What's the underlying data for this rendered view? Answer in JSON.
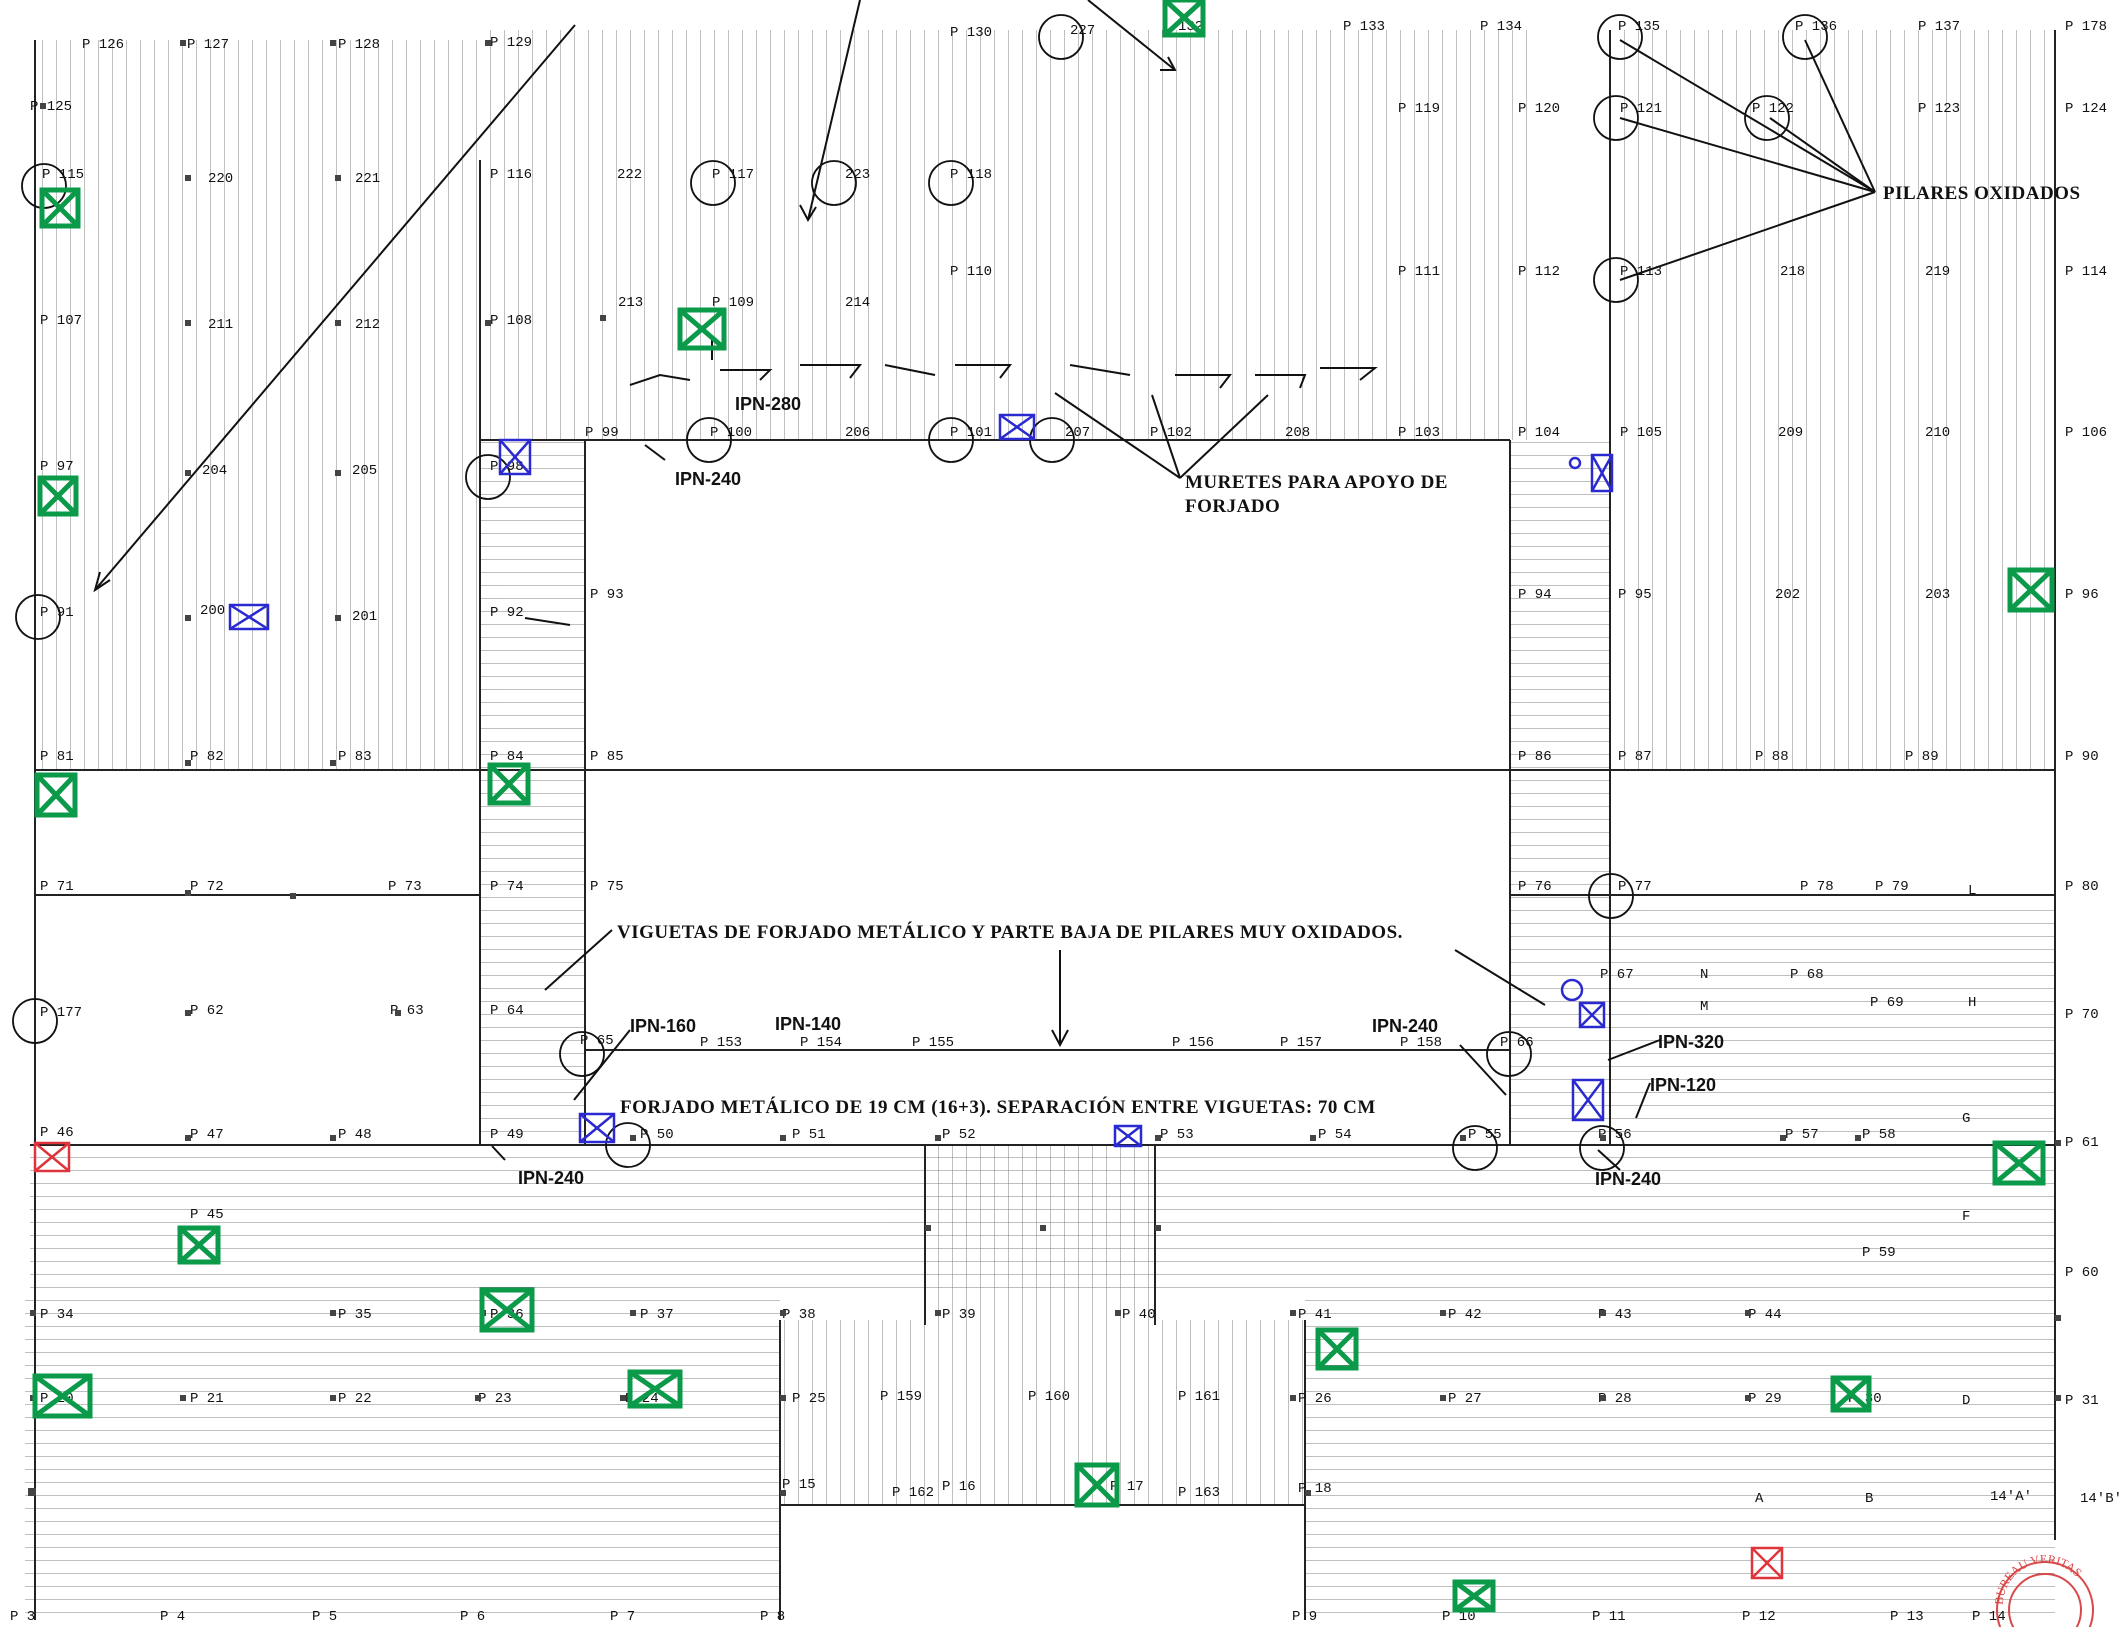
{
  "notes": {
    "oxidized_pillars": "PILARES OXIDADOS",
    "murets_line1": "MURETES PARA APOYO DE",
    "murets_line2": "FORJADO",
    "joists": "VIGUETAS DE FORJADO METÁLICO Y PARTE BAJA DE PILARES MUY OXIDADOS.",
    "slab": "FORJADO METÁLICO DE 19 CM (16+3). SEPARACIÓN ENTRE VIGUETAS: 70 CM"
  },
  "beams": {
    "ipn280": "IPN-280",
    "ipn240_a": "IPN-240",
    "ipn160": "IPN-160",
    "ipn140": "IPN-140",
    "ipn240_b": "IPN-240",
    "ipn240_c": "IPN-240",
    "ipn320": "IPN-320",
    "ipn120": "IPN-120",
    "ipn240_d": "IPN-240"
  },
  "pillars": [
    {
      "label": "P 126"
    },
    {
      "label": "P 127"
    },
    {
      "label": "P 128"
    },
    {
      "label": "P 129"
    },
    {
      "label": "P 130"
    },
    {
      "label": "227"
    },
    {
      "label": "132"
    },
    {
      "label": "P 133"
    },
    {
      "label": "P 134"
    },
    {
      "label": "P 135"
    },
    {
      "label": "P 136"
    },
    {
      "label": "P 137"
    },
    {
      "label": "P 178"
    },
    {
      "label": "P 125"
    },
    {
      "label": "P 119"
    },
    {
      "label": "P 120"
    },
    {
      "label": "P 121"
    },
    {
      "label": "P 122"
    },
    {
      "label": "P 123"
    },
    {
      "label": "P 124"
    },
    {
      "label": "P 115"
    },
    {
      "label": "220"
    },
    {
      "label": "221"
    },
    {
      "label": "P 116"
    },
    {
      "label": "222"
    },
    {
      "label": "P 117"
    },
    {
      "label": "223"
    },
    {
      "label": "P 118"
    },
    {
      "label": "P 107"
    },
    {
      "label": "211"
    },
    {
      "label": "212"
    },
    {
      "label": "P 108"
    },
    {
      "label": "213"
    },
    {
      "label": "P 109"
    },
    {
      "label": "214"
    },
    {
      "label": "P 110"
    },
    {
      "label": "P 111"
    },
    {
      "label": "P 112"
    },
    {
      "label": "P 113"
    },
    {
      "label": "218"
    },
    {
      "label": "219"
    },
    {
      "label": "P 114"
    },
    {
      "label": "P 99"
    },
    {
      "label": "P 100"
    },
    {
      "label": "206"
    },
    {
      "label": "P 101"
    },
    {
      "label": "207"
    },
    {
      "label": "P 102"
    },
    {
      "label": "208"
    },
    {
      "label": "P 103"
    },
    {
      "label": "P 104"
    },
    {
      "label": "P 105"
    },
    {
      "label": "209"
    },
    {
      "label": "210"
    },
    {
      "label": "P 106"
    },
    {
      "label": "P 97"
    },
    {
      "label": "204"
    },
    {
      "label": "205"
    },
    {
      "label": "P 98"
    },
    {
      "label": "P 91"
    },
    {
      "label": "200"
    },
    {
      "label": "201"
    },
    {
      "label": "P 92"
    },
    {
      "label": "P 93"
    },
    {
      "label": "P 94"
    },
    {
      "label": "P 95"
    },
    {
      "label": "202"
    },
    {
      "label": "203"
    },
    {
      "label": "P 96"
    },
    {
      "label": "P 81"
    },
    {
      "label": "P 82"
    },
    {
      "label": "P 83"
    },
    {
      "label": "P 84"
    },
    {
      "label": "P 85"
    },
    {
      "label": "P 86"
    },
    {
      "label": "P 87"
    },
    {
      "label": "P 88"
    },
    {
      "label": "P 89"
    },
    {
      "label": "P 90"
    },
    {
      "label": "P 71"
    },
    {
      "label": "P 72"
    },
    {
      "label": "P 73"
    },
    {
      "label": "P 74"
    },
    {
      "label": "P 75"
    },
    {
      "label": "P 76"
    },
    {
      "label": "P 77"
    },
    {
      "label": "P 78"
    },
    {
      "label": "P 79"
    },
    {
      "label": "P 80"
    },
    {
      "label": "P 177"
    },
    {
      "label": "P 62"
    },
    {
      "label": "P 63"
    },
    {
      "label": "P 64"
    },
    {
      "label": "P 67"
    },
    {
      "label": "P 68"
    },
    {
      "label": "P 69"
    },
    {
      "label": "P 70"
    },
    {
      "label": "P 65"
    },
    {
      "label": "P 153"
    },
    {
      "label": "P 154"
    },
    {
      "label": "P 155"
    },
    {
      "label": "P 156"
    },
    {
      "label": "P 157"
    },
    {
      "label": "P 158"
    },
    {
      "label": "P 66"
    },
    {
      "label": "P 46"
    },
    {
      "label": "P 47"
    },
    {
      "label": "P 48"
    },
    {
      "label": "P 49"
    },
    {
      "label": "P 50"
    },
    {
      "label": "P 51"
    },
    {
      "label": "P 52"
    },
    {
      "label": "P 53"
    },
    {
      "label": "P 54"
    },
    {
      "label": "P 55"
    },
    {
      "label": "P 56"
    },
    {
      "label": "P 57"
    },
    {
      "label": "P 58"
    },
    {
      "label": "P 61"
    },
    {
      "label": "P 45"
    },
    {
      "label": "P 59"
    },
    {
      "label": "P 60"
    },
    {
      "label": "P 34"
    },
    {
      "label": "P 35"
    },
    {
      "label": "P 36"
    },
    {
      "label": "P 37"
    },
    {
      "label": "P 38"
    },
    {
      "label": "P 39"
    },
    {
      "label": "P 40"
    },
    {
      "label": "P 41"
    },
    {
      "label": "P 42"
    },
    {
      "label": "P 43"
    },
    {
      "label": "P 44"
    },
    {
      "label": "P 20"
    },
    {
      "label": "P 21"
    },
    {
      "label": "P 22"
    },
    {
      "label": "P 23"
    },
    {
      "label": "P 24"
    },
    {
      "label": "P 25"
    },
    {
      "label": "P 159"
    },
    {
      "label": "P 160"
    },
    {
      "label": "P 161"
    },
    {
      "label": "P 26"
    },
    {
      "label": "P 27"
    },
    {
      "label": "P 28"
    },
    {
      "label": "P 29"
    },
    {
      "label": "P 30"
    },
    {
      "label": "P 31"
    },
    {
      "label": "P 15"
    },
    {
      "label": "P 162"
    },
    {
      "label": "P 16"
    },
    {
      "label": "P 17"
    },
    {
      "label": "P 163"
    },
    {
      "label": "P 18"
    },
    {
      "label": "14'A'"
    },
    {
      "label": "14'B'"
    },
    {
      "label": "P 3"
    },
    {
      "label": "P 4"
    },
    {
      "label": "P 5"
    },
    {
      "label": "P 6"
    },
    {
      "label": "P 7"
    },
    {
      "label": "P 8"
    },
    {
      "label": "P 9"
    },
    {
      "label": "P 10"
    },
    {
      "label": "P 11"
    },
    {
      "label": "P 12"
    },
    {
      "label": "P 13"
    },
    {
      "label": "P 14"
    },
    {
      "label": "A"
    },
    {
      "label": "B"
    },
    {
      "label": "D"
    },
    {
      "label": "F"
    },
    {
      "label": "G"
    },
    {
      "label": "H"
    },
    {
      "label": "M"
    },
    {
      "label": "N"
    },
    {
      "label": "L"
    }
  ],
  "stamp": {
    "text": "BUREAU VERITAS"
  },
  "colors": {
    "ink": "#111111",
    "green_mark": "#0a9a4a",
    "blue_mark": "#2a2ad0",
    "red_mark": "#e0343c",
    "stamp": "#d84a4a"
  }
}
